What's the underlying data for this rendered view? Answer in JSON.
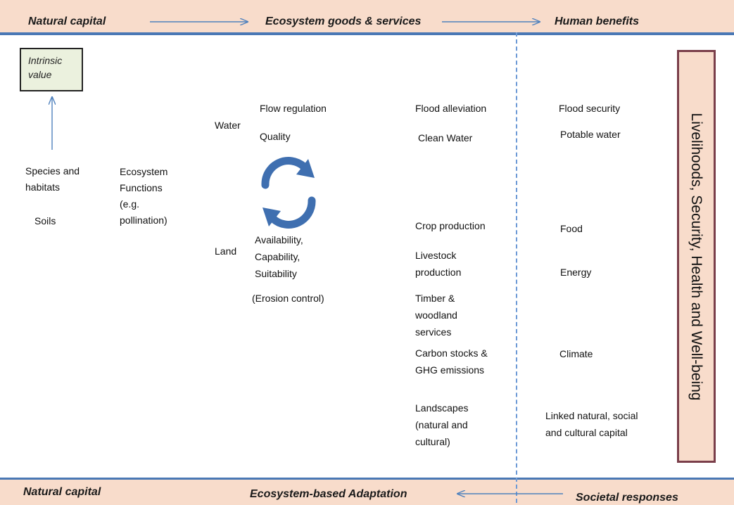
{
  "top_band": {
    "left": "Natural capital",
    "center": "Ecosystem goods & services",
    "right": "Human benefits"
  },
  "bottom_band": {
    "left": "Natural capital",
    "center": "Ecosystem-based Adaptation",
    "right": "Societal responses"
  },
  "intrinsic": {
    "line1": "Intrinsic",
    "line2": "value"
  },
  "natural": {
    "species_1": "Species and",
    "species_2": "habitats",
    "soils": "Soils"
  },
  "functions": {
    "line1": "Ecosystem",
    "line2": "Functions",
    "line3": "(e.g.",
    "line4": "pollination)"
  },
  "water": {
    "label": "Water",
    "flow": "Flow regulation",
    "quality": "Quality"
  },
  "land": {
    "label": "Land",
    "line1": "Availability,",
    "line2": "Capability,",
    "line3": "Suitability",
    "erosion": "(Erosion control)"
  },
  "services": {
    "flood": "Flood alleviation",
    "clean_water": "Clean Water",
    "crop": "Crop production",
    "livestock_1": "Livestock",
    "livestock_2": "production",
    "timber_1": "Timber &",
    "timber_2": "woodland",
    "timber_3": "services",
    "carbon_1": "Carbon stocks &",
    "carbon_2": "GHG emissions",
    "landscapes_1": "Landscapes",
    "landscapes_2": "(natural and",
    "landscapes_3": "cultural)"
  },
  "benefits": {
    "flood_security": "Flood security",
    "potable": "Potable water",
    "food": "Food",
    "energy": "Energy",
    "climate": "Climate",
    "linked_1": "Linked natural, social",
    "linked_2": "and cultural capital"
  },
  "vertical_box": "Livelihoods, Security, Health and Well-being",
  "colors": {
    "band": "#f8dccb",
    "band_rule": "#4a78b5",
    "arrow": "#4f81bd",
    "cycle": "#3f6fb0",
    "intrinsic_fill": "#ebf1de",
    "box_border": "#7a3e4a"
  }
}
